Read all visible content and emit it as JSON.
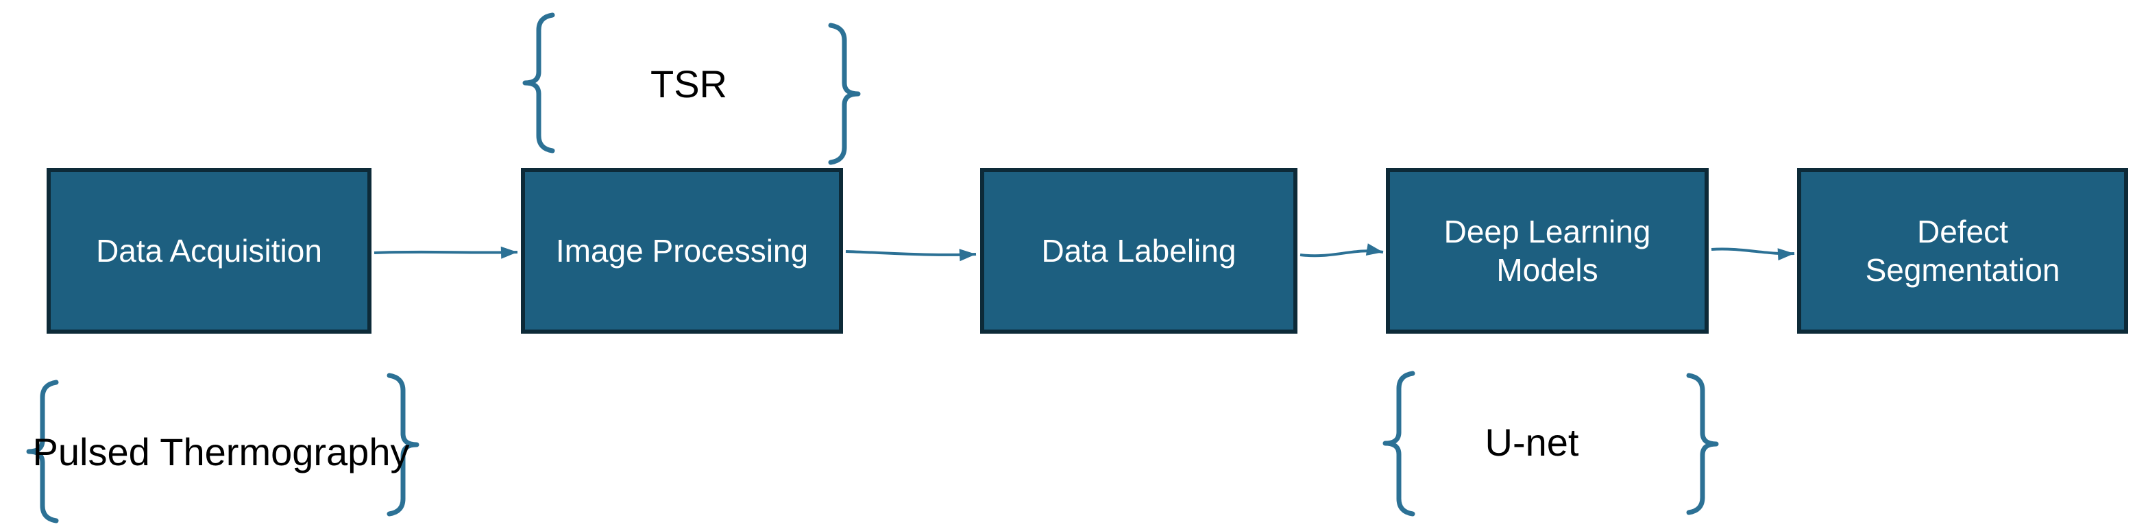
{
  "diagram": {
    "background_color": "#FFFFFF",
    "accent_color": "#2C7195",
    "node_fill_color": "#1D5F80",
    "node_border_color": "#0D2A38",
    "node_text_color": "#FFFFFF",
    "annotation_text_color": "#000000",
    "nodes": [
      {
        "label": "Data Acquisition"
      },
      {
        "label": "Image Processing"
      },
      {
        "label": "Data Labeling"
      },
      {
        "label": "Deep Learning Models"
      },
      {
        "label": "Defect Segmentation"
      }
    ],
    "connectors": [
      {
        "from": "Data Acquisition",
        "to": "Image Processing"
      },
      {
        "from": "Image Processing",
        "to": "Data Labeling"
      },
      {
        "from": "Data Labeling",
        "to": "Deep Learning Models"
      },
      {
        "from": "Deep Learning Models",
        "to": "Defect Segmentation"
      }
    ],
    "annotations": [
      {
        "label": "TSR",
        "attached_to": "Image Processing",
        "position": "above"
      },
      {
        "label": "Pulsed Thermography",
        "attached_to": "Data Acquisition",
        "position": "below"
      },
      {
        "label": "U-net",
        "attached_to": "Deep Learning Models",
        "position": "below"
      }
    ]
  }
}
